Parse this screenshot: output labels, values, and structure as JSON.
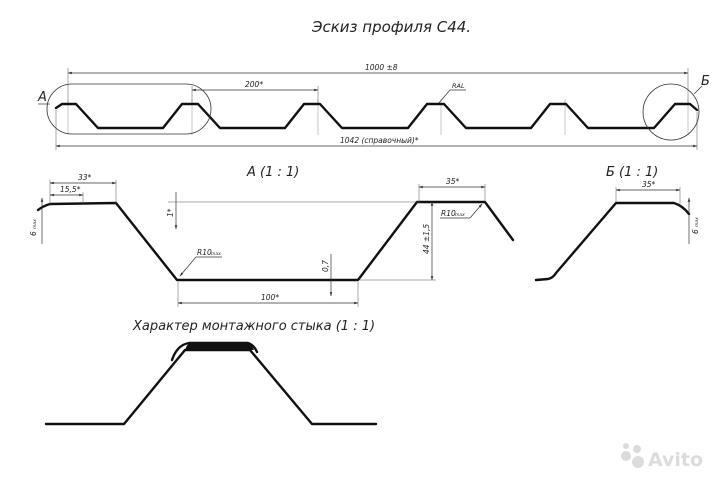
{
  "title": "Эскиз профиля С44.",
  "overview": {
    "section_marker_a": "А",
    "section_marker_b": "Б",
    "dim_total": "1000 ±8",
    "dim_pitch": "200*",
    "dim_ref": "1042 (справочный)*",
    "coating_label": "RAL"
  },
  "detail_a": {
    "heading": "А  (1 : 1)",
    "dim_top_left": "33*",
    "dim_flange": "15,5*",
    "dim_angle": "1*",
    "dim_side": "6",
    "dim_side_unit": "max",
    "dim_bottom_radius": "R10",
    "dim_bottom_radius_unit": "max",
    "dim_thickness": "0,7",
    "dim_bottom_width": "100*",
    "dim_top_width": "35*",
    "dim_top_radius": "R10",
    "dim_top_radius_unit": "max",
    "dim_height": "44 ±1,5"
  },
  "detail_b": {
    "heading": "Б  (1 : 1)",
    "dim_top_width": "35*",
    "dim_side": "6",
    "dim_side_unit": "max"
  },
  "joint": {
    "heading": "Характер монтажного стыка (1 : 1)"
  },
  "watermark": {
    "text": "Avito",
    "icon": "avito-logo-icon"
  }
}
